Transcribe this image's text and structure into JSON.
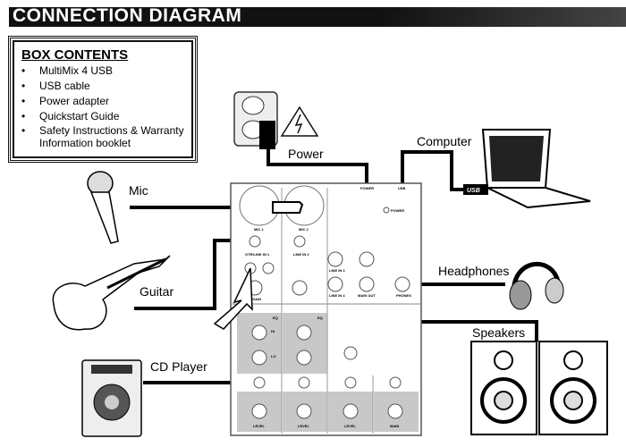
{
  "header": {
    "title": "CONNECTION DIAGRAM"
  },
  "box_contents": {
    "title": "BOX CONTENTS",
    "items": [
      "MultiMix 4 USB",
      "USB cable",
      "Power adapter",
      "Quickstart Guide",
      "Safety Instructions & Warranty Information booklet"
    ]
  },
  "labels": {
    "power": "Power",
    "computer": "Computer",
    "mic": "Mic",
    "guitar": "Guitar",
    "headphones": "Headphones",
    "speakers": "Speakers",
    "cd_player": "CD Player"
  },
  "mixer": {
    "power_jack": "POWER",
    "usb_jack": "USB",
    "power_led": "POWER",
    "mic1": "MIC 1",
    "mic2": "MIC 2",
    "gtr_line_in_1": "GTR/LINE IN 1",
    "line_in_2": "LINE IN 2",
    "line_in_3": "LINE IN 3",
    "line_in_4": "LINE IN 4",
    "main_out": "MAIN OUT",
    "phones": "PHONES",
    "eq": "EQ",
    "hi": "HI",
    "lo": "LO",
    "level": "LEVEL",
    "main": "MAIN",
    "gain": "GAIN",
    "usb_plug": "USB"
  },
  "colors": {
    "panel_gray": "#c8c8c8",
    "cable": "#000000"
  }
}
